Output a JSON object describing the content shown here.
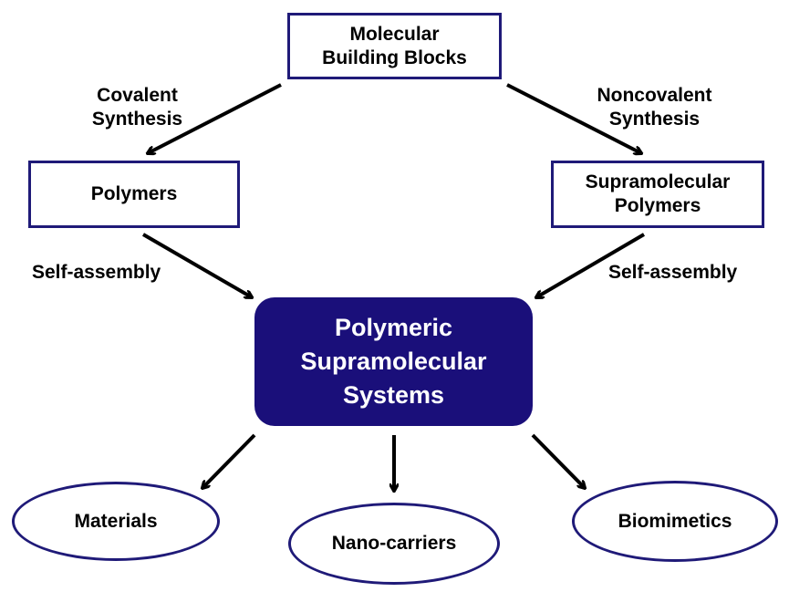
{
  "diagram": {
    "nodes": {
      "building_blocks": {
        "line1": "Molecular",
        "line2": "Building Blocks"
      },
      "polymers": {
        "label": "Polymers"
      },
      "supramolecular_polymers": {
        "line1": "Supramolecular",
        "line2": "Polymers"
      },
      "center": {
        "line1": "Polymeric",
        "line2": "Supramolecular",
        "line3": "Systems"
      },
      "materials": {
        "label": "Materials"
      },
      "nano_carriers": {
        "label": "Nano-carriers"
      },
      "biomimetics": {
        "label": "Biomimetics"
      }
    },
    "edge_labels": {
      "covalent": {
        "line1": "Covalent",
        "line2": "Synthesis"
      },
      "noncovalent": {
        "line1": "Noncovalent",
        "line2": "Synthesis"
      },
      "self_assembly_left": "Self-assembly",
      "self_assembly_right": "Self-assembly"
    },
    "colors": {
      "border": "#1f1a78",
      "center_fill": "#1a0f7a",
      "arrow": "#000000"
    }
  }
}
